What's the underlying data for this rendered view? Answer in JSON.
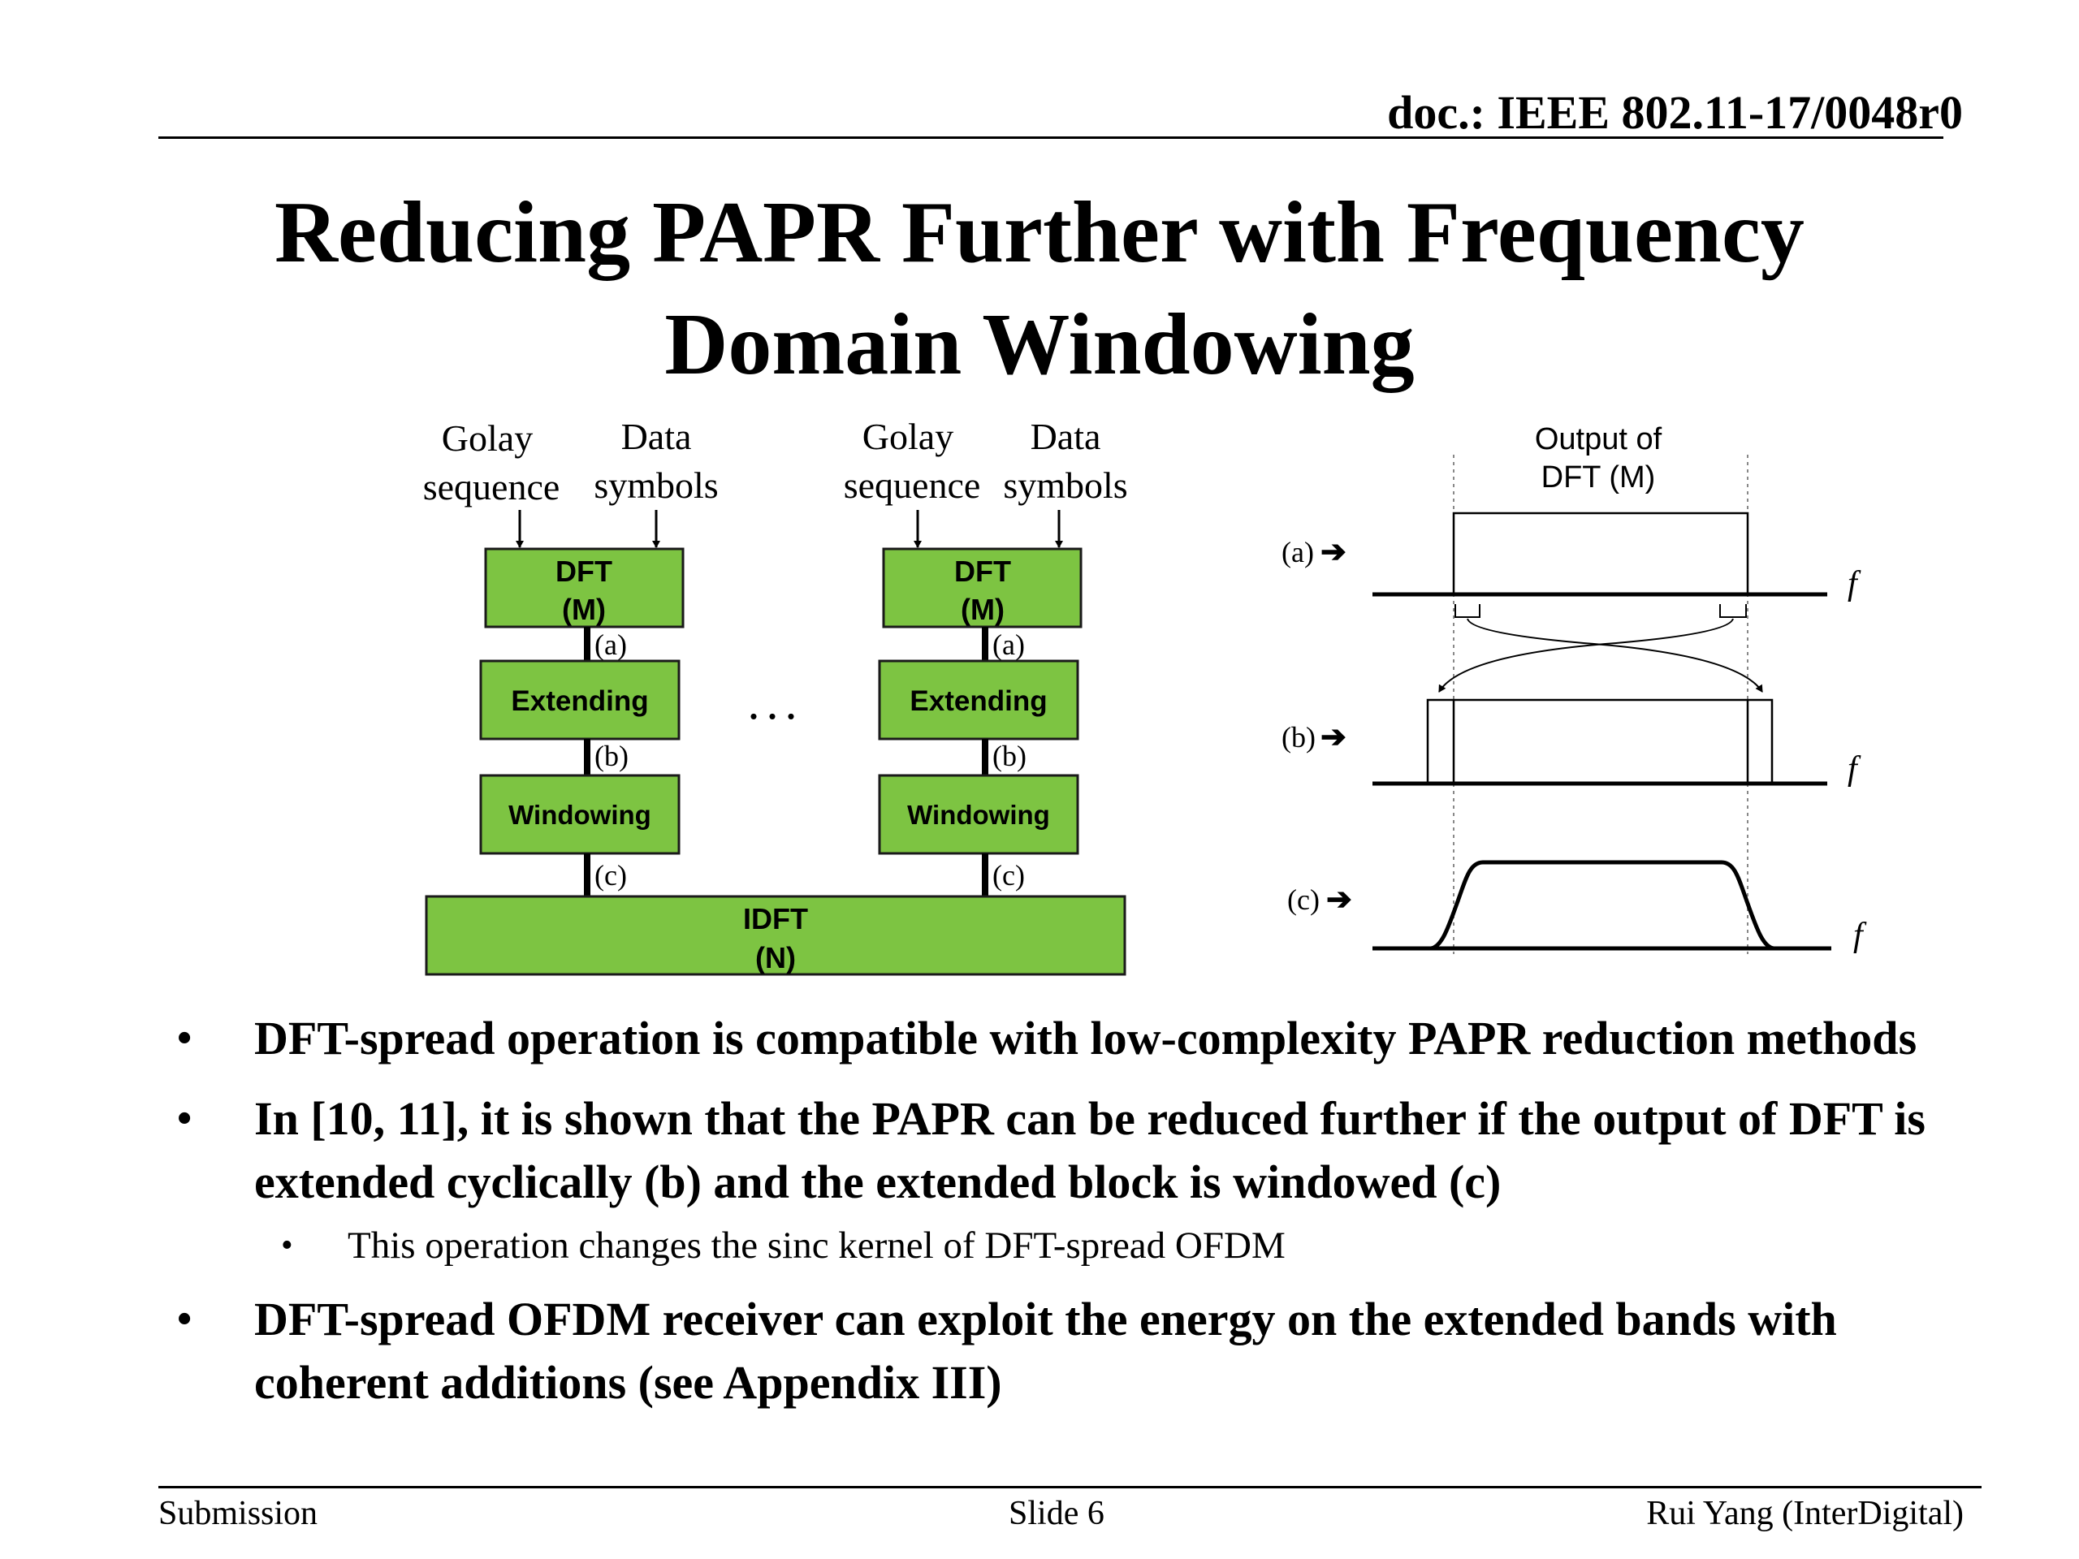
{
  "header": {
    "doc_id": "doc.: IEEE 802.11-17/0048r0"
  },
  "title": {
    "line1": "Reducing PAPR Further with Frequency",
    "line2": "Domain Windowing"
  },
  "diagram": {
    "left_chain": {
      "input1_line1": "Golay",
      "input1_line2": "sequence",
      "input2_line1": "Data",
      "input2_line2": "symbols",
      "dft_line1": "DFT",
      "dft_line2": "(M)",
      "extending": "Extending",
      "windowing": "Windowing",
      "tap_a": "(a)",
      "tap_b": "(b)",
      "tap_c": "(c)"
    },
    "right_chain": {
      "input1_line1": "Golay",
      "input1_line2": "sequence",
      "input2_line1": "Data",
      "input2_line2": "symbols",
      "dft_line1": "DFT",
      "dft_line2": "(M)",
      "extending": "Extending",
      "windowing": "Windowing",
      "tap_a": "(a)",
      "tap_b": "(b)",
      "tap_c": "(c)"
    },
    "ellipsis": "...",
    "idft_line1": "IDFT",
    "idft_line2": "(N)",
    "block_color": "#7dc442",
    "spectrum": {
      "output_label_line1": "Output of",
      "output_label_line2": "DFT (M)",
      "row_a_label": "(a)",
      "row_b_label": "(b)",
      "row_c_label": "(c)",
      "arrow_glyph": "➔",
      "axis_label": "f"
    }
  },
  "bullets": [
    {
      "text": "DFT-spread operation is compatible with low-complexity PAPR reduction methods"
    },
    {
      "text": "In [10, 11], it is shown that the PAPR can be reduced further if the output of DFT is extended cyclically (b) and the extended block is windowed (c)"
    },
    {
      "text": "DFT-spread OFDM receiver can exploit the energy on the extended bands with coherent additions (see Appendix III)"
    }
  ],
  "sub_bullets": [
    {
      "text": "This operation changes the sinc kernel of DFT-spread OFDM"
    }
  ],
  "bullet_glyph": "•",
  "footer": {
    "left": "Submission",
    "center": "Slide 6",
    "right": "Rui Yang (InterDigital)"
  }
}
